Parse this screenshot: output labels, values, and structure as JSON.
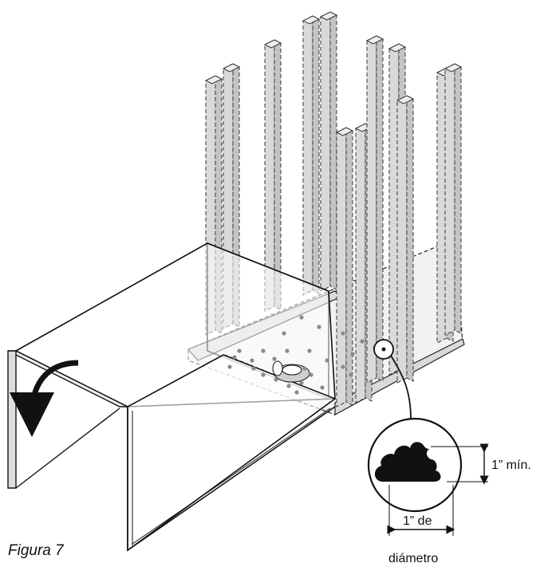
{
  "figure": {
    "caption": "Figura 7"
  },
  "detail": {
    "height_label": "1” mín.",
    "diameter_label_line1": "1” de",
    "diameter_label_line2": "diámetro"
  },
  "colors": {
    "stud_fill": "#d9d9d9",
    "outline": "#111111",
    "dot": "#8a8a8a"
  }
}
